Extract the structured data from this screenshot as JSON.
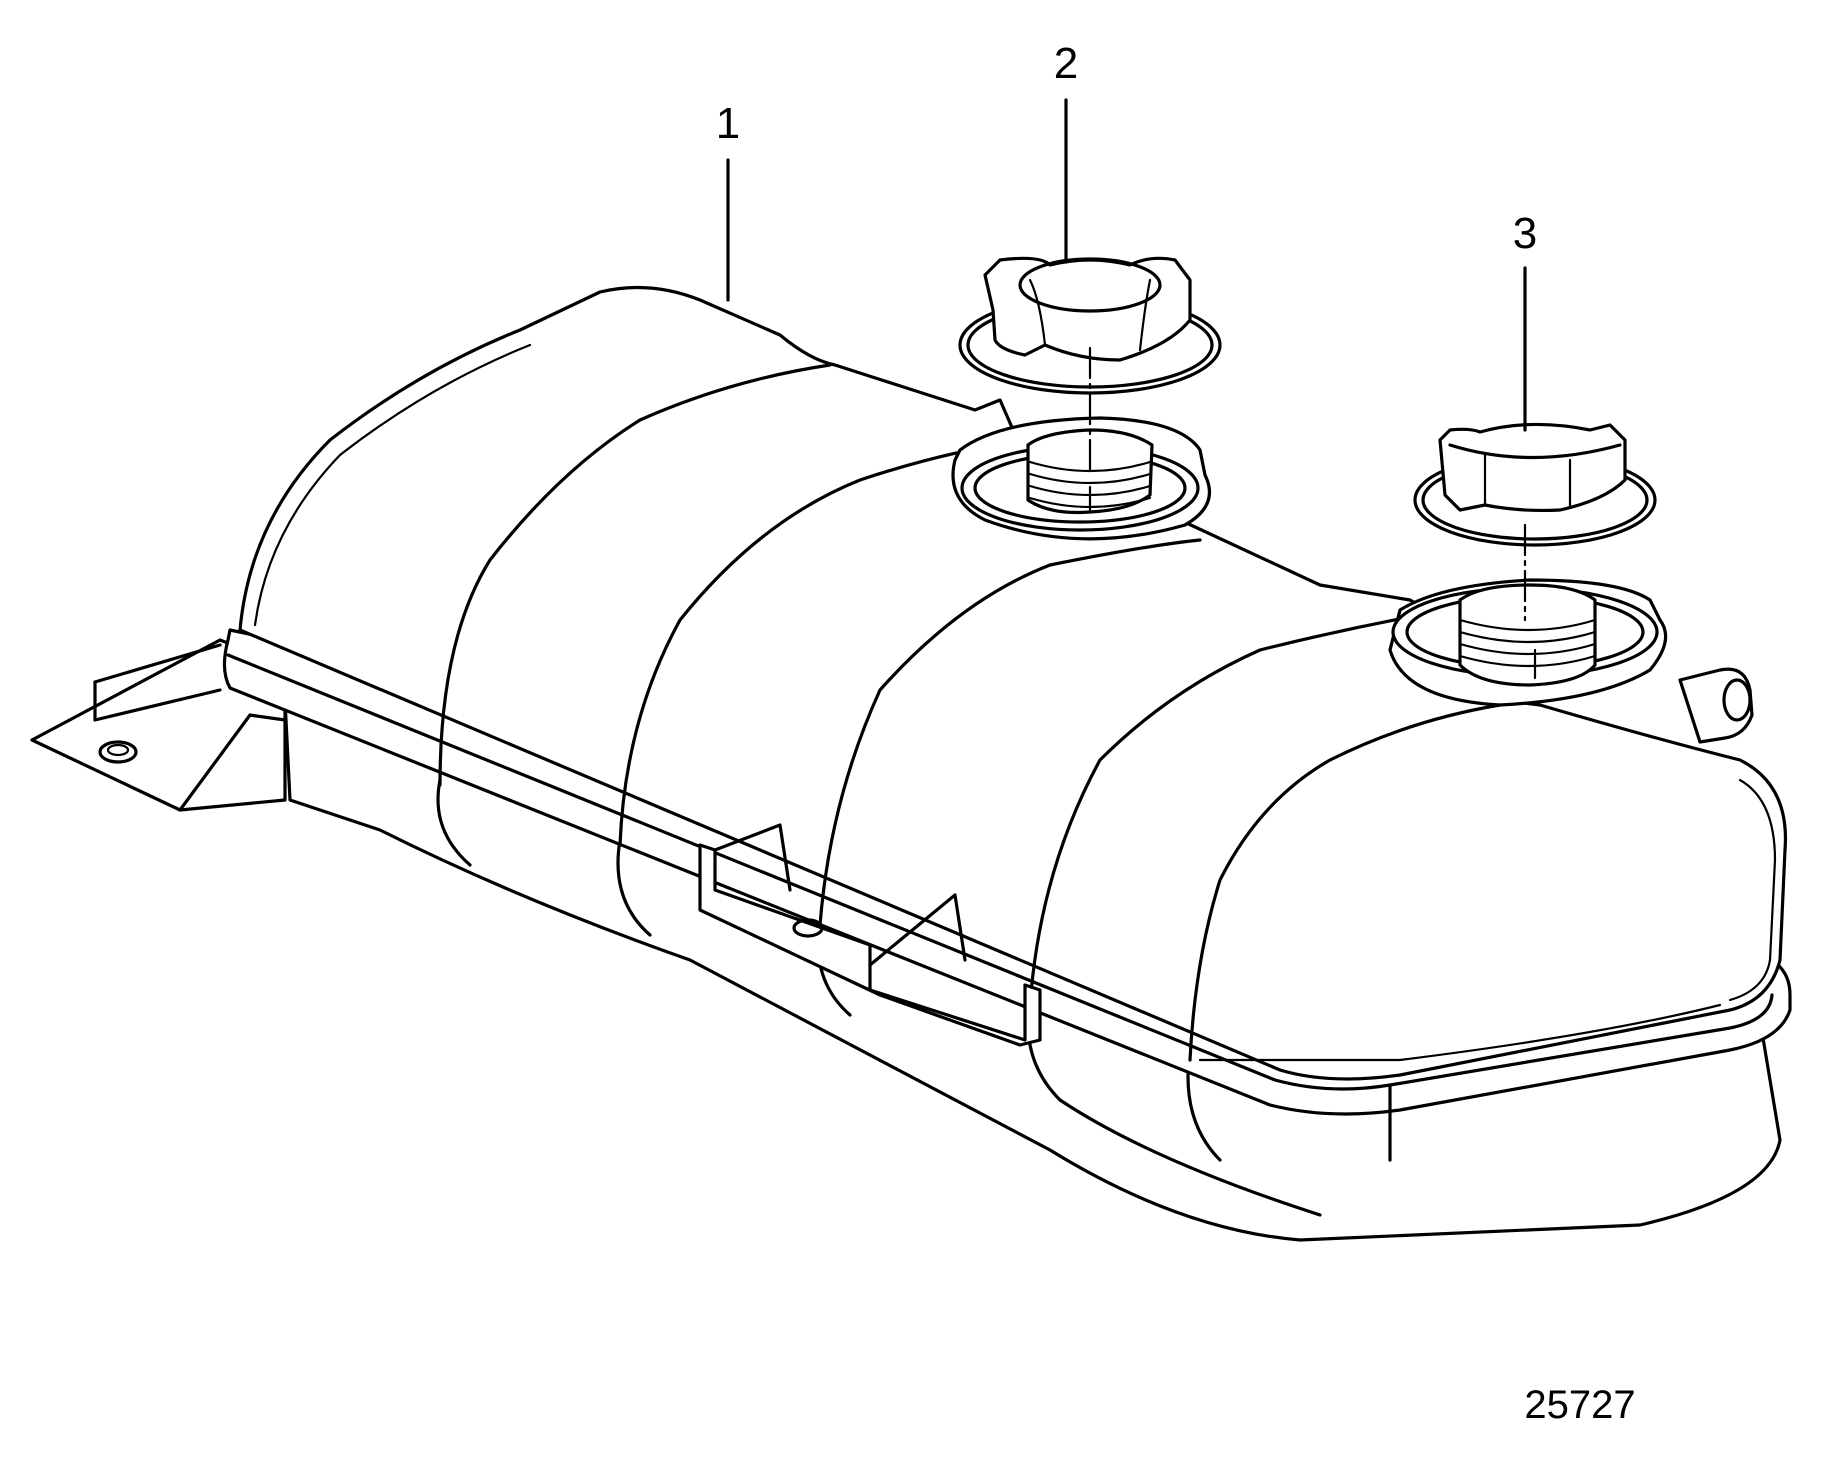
{
  "diagram": {
    "callouts": [
      {
        "id": "1",
        "label": "1",
        "part": "expansion-tank"
      },
      {
        "id": "2",
        "label": "2",
        "part": "filler-cap"
      },
      {
        "id": "3",
        "label": "3",
        "part": "pressure-cap"
      }
    ],
    "figure_number": "25727",
    "colors": {
      "line": "#000000",
      "background": "#ffffff"
    }
  }
}
